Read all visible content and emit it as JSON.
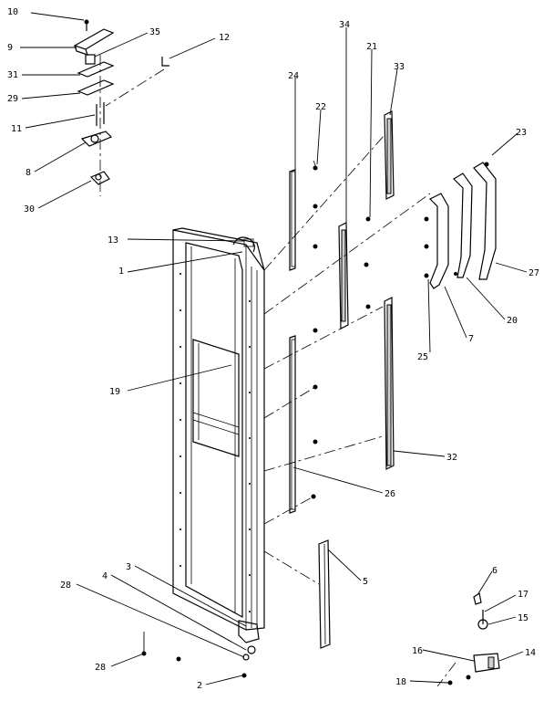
{
  "diagram": {
    "callouts": [
      {
        "id": "c10",
        "text": "10"
      },
      {
        "id": "c9",
        "text": "9"
      },
      {
        "id": "c35",
        "text": "35"
      },
      {
        "id": "c12",
        "text": "12"
      },
      {
        "id": "c31",
        "text": "31"
      },
      {
        "id": "c29",
        "text": "29"
      },
      {
        "id": "c11",
        "text": "11"
      },
      {
        "id": "c8",
        "text": "8"
      },
      {
        "id": "c30",
        "text": "30"
      },
      {
        "id": "c34",
        "text": "34"
      },
      {
        "id": "c21",
        "text": "21"
      },
      {
        "id": "c33",
        "text": "33"
      },
      {
        "id": "c24",
        "text": "24"
      },
      {
        "id": "c22",
        "text": "22"
      },
      {
        "id": "c23",
        "text": "23"
      },
      {
        "id": "c13",
        "text": "13"
      },
      {
        "id": "c1",
        "text": "1"
      },
      {
        "id": "c27",
        "text": "27"
      },
      {
        "id": "c20",
        "text": "20"
      },
      {
        "id": "c7",
        "text": "7"
      },
      {
        "id": "c25",
        "text": "25"
      },
      {
        "id": "c19",
        "text": "19"
      },
      {
        "id": "c32",
        "text": "32"
      },
      {
        "id": "c26",
        "text": "26"
      },
      {
        "id": "c5",
        "text": "5"
      },
      {
        "id": "c3",
        "text": "3"
      },
      {
        "id": "c4",
        "text": "4"
      },
      {
        "id": "c28a",
        "text": "28"
      },
      {
        "id": "c28b",
        "text": "28"
      },
      {
        "id": "c2",
        "text": "2"
      },
      {
        "id": "c6",
        "text": "6"
      },
      {
        "id": "c17",
        "text": "17"
      },
      {
        "id": "c15",
        "text": "15"
      },
      {
        "id": "c16",
        "text": "16"
      },
      {
        "id": "c14",
        "text": "14"
      },
      {
        "id": "c18",
        "text": "18"
      }
    ]
  }
}
